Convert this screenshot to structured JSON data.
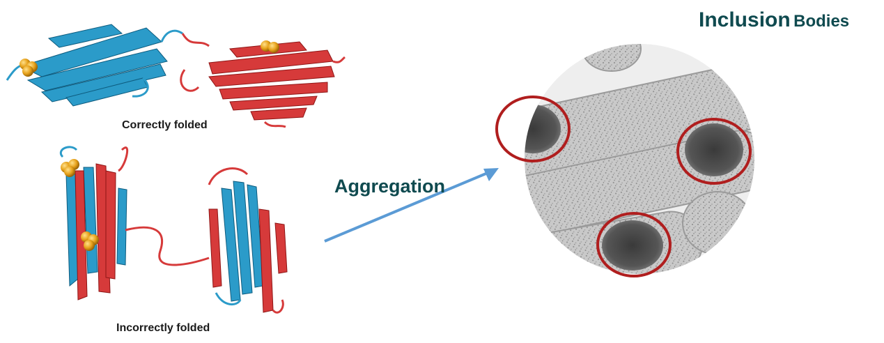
{
  "title": {
    "main": "Inclusion",
    "rest": "Bodies"
  },
  "labels": {
    "correct": "Correctly folded",
    "incorrect": "Incorrectly folded",
    "process": "Aggregation"
  },
  "colors": {
    "title": "#0f4a4f",
    "protein_a": "#2b9bc9",
    "protein_b": "#d63a3a",
    "disulfide": "#e6a11a",
    "arrow": "#5b9bd5",
    "highlight_circle": "#b01e1e"
  },
  "icons": {
    "correct_structure": "protein-ribbon-correct",
    "incorrect_structure": "protein-ribbon-incorrect",
    "micrograph": "electron-micrograph"
  }
}
